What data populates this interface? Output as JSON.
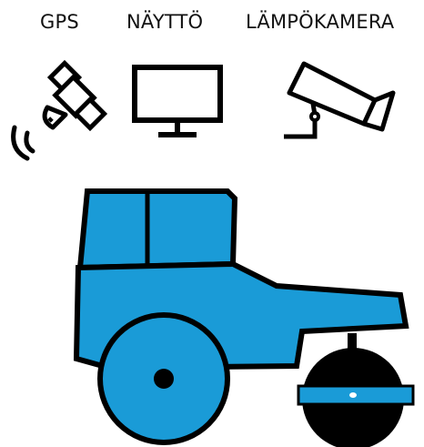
{
  "labels": {
    "gps": "GPS",
    "display": "NÄYTTÖ",
    "camera": "LÄMPÖKAMERA"
  },
  "icons": [
    "satellite-icon",
    "monitor-icon",
    "security-camera-icon"
  ],
  "colors": {
    "machine_fill": "#1a9bd7",
    "outline": "#000000",
    "drum_band": "#1a9bd7"
  }
}
